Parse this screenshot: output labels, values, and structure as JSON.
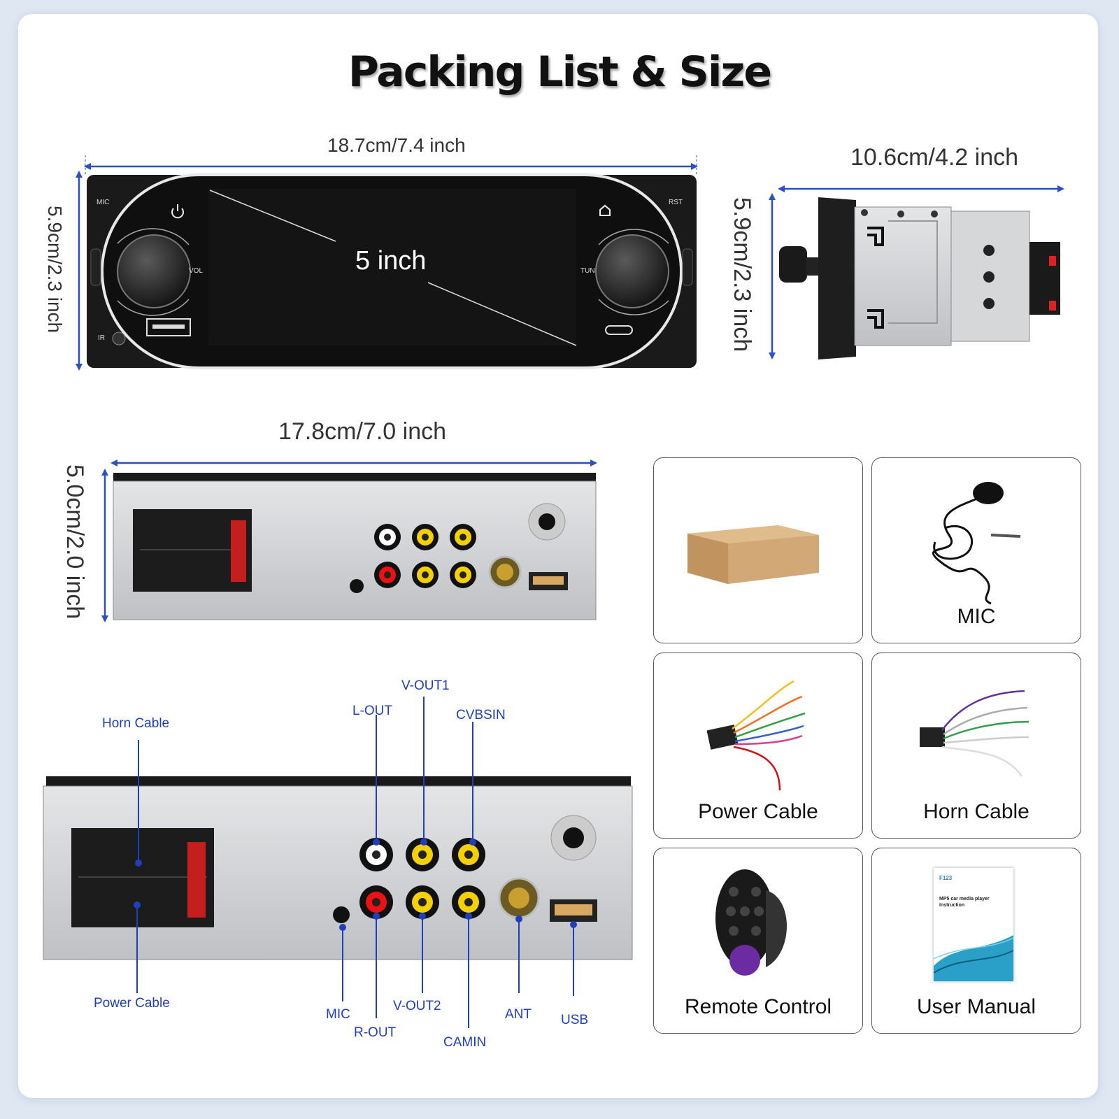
{
  "title": "Packing List & Size",
  "dimensions": {
    "front_width": "18.7cm/7.4 inch",
    "front_height": "5.9cm/2.3 inch",
    "side_width": "10.6cm/4.2 inch",
    "side_height": "5.9cm/2.3 inch",
    "back_width": "17.8cm/7.0 inch",
    "back_height": "5.0cm/2.0 inch",
    "screen_size": "5 inch"
  },
  "panel_labels": {
    "mic": "MIC",
    "rst": "RST",
    "vol": "VOL",
    "tun": "TUN",
    "ir": "IR"
  },
  "ports": {
    "horn_cable": "Horn Cable",
    "power_cable": "Power Cable",
    "l_out": "L-OUT",
    "v_out1": "V-OUT1",
    "cvbsin": "CVBSIN",
    "mic": "MIC",
    "r_out": "R-OUT",
    "v_out2": "V-OUT2",
    "camin": "CAMIN",
    "ant": "ANT",
    "usb": "USB"
  },
  "package_items": [
    {
      "label": ""
    },
    {
      "label": "MIC"
    },
    {
      "label": "Power Cable"
    },
    {
      "label": "Horn Cable"
    },
    {
      "label": "Remote Control"
    },
    {
      "label": "User Manual"
    }
  ],
  "manual_cover": {
    "brand": "F123",
    "heading": "MP5 car media player Instruction"
  },
  "colors": {
    "accent": "#2b4fc4",
    "callout": "#1f3fbf"
  }
}
